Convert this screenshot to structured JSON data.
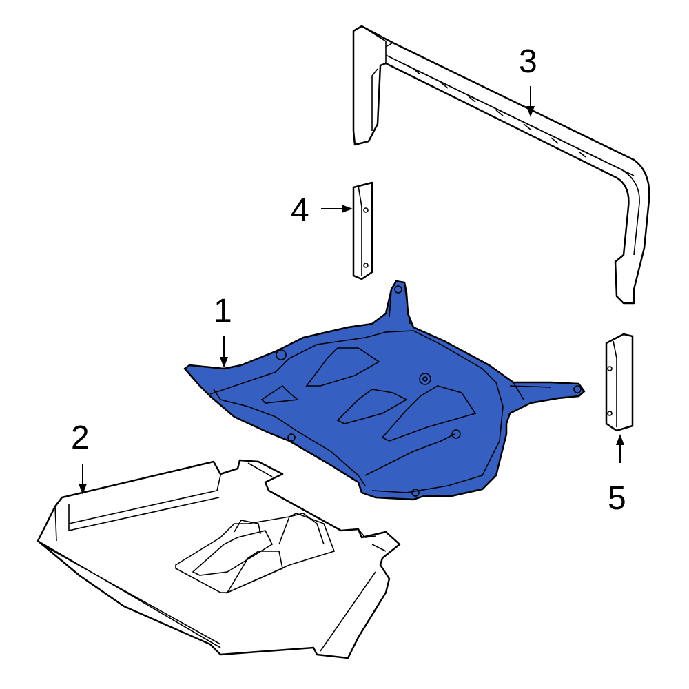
{
  "colors": {
    "highlight": "#3560C2",
    "outline": "#000000",
    "background": "#FFFFFF"
  },
  "callouts": [
    {
      "number": "1",
      "part": "highlighted"
    },
    {
      "number": "2"
    },
    {
      "number": "3"
    },
    {
      "number": "4"
    },
    {
      "number": "5"
    }
  ]
}
